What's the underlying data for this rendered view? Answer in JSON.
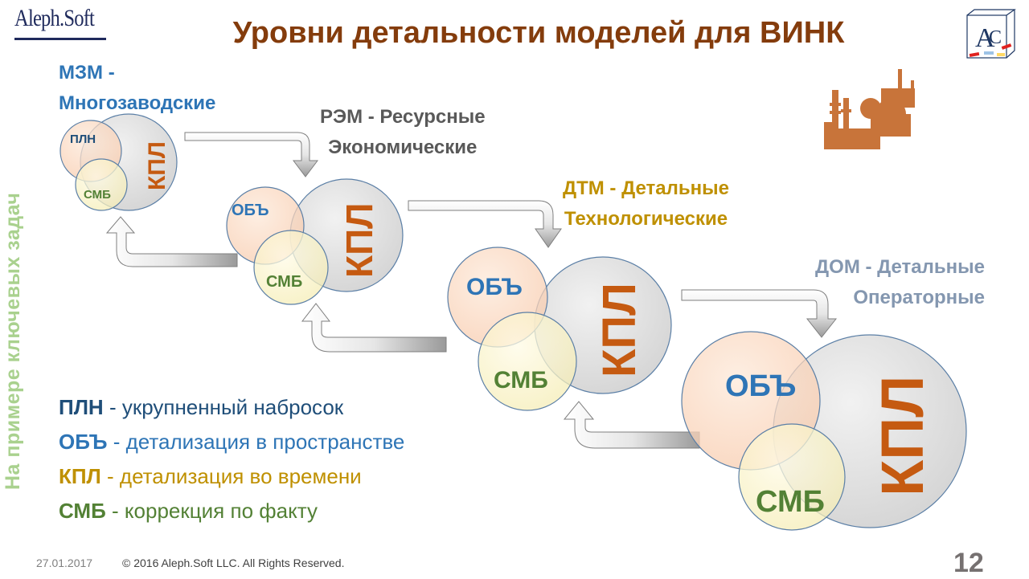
{
  "header": {
    "logo": "Aleph.Soft",
    "title": "Уровни детальности моделей для ВИНК",
    "corner_logo": "AC"
  },
  "side_caption": "На примере ключевых задач",
  "levels": [
    {
      "code": "МЗМ",
      "line1": "МЗМ -",
      "line2": "Многозаводские",
      "color": "#2e75b6"
    },
    {
      "code": "РЭМ",
      "line1": "РЭМ - Ресурсные",
      "line2": "Экономические",
      "color": "#595959"
    },
    {
      "code": "ДТМ",
      "line1": "ДТМ - Детальные",
      "line2": "Технологические",
      "color": "#bf9000"
    },
    {
      "code": "ДОМ",
      "line1": "ДОМ - Детальные",
      "line2": "Операторные",
      "color": "#8497b0"
    }
  ],
  "venn_groups": [
    {
      "level": "МЗМ",
      "circles": {
        "first": "ПЛН",
        "time": "КПЛ",
        "fact": "СМБ"
      }
    },
    {
      "level": "РЭМ",
      "circles": {
        "first": "ОБЪ",
        "time": "КПЛ",
        "fact": "СМБ"
      }
    },
    {
      "level": "ДТМ",
      "circles": {
        "first": "ОБЪ",
        "time": "КПЛ",
        "fact": "СМБ"
      }
    },
    {
      "level": "ДОМ",
      "circles": {
        "first": "ОБЪ",
        "time": "КПЛ",
        "fact": "СМБ"
      }
    }
  ],
  "legend": [
    {
      "key": "ПЛН",
      "desc": " - укрупненный набросок",
      "color": "#1f4e79"
    },
    {
      "key": "ОБЪ",
      "desc": " - детализация в пространстве",
      "color": "#2e75b6"
    },
    {
      "key": "КПЛ",
      "desc": " - детализация во времени",
      "color": "#bf9000"
    },
    {
      "key": "СМБ",
      "desc": " - коррекция по факту",
      "color": "#538135"
    }
  ],
  "colors": {
    "title": "#843c0c",
    "kpl_text": "#c55a11",
    "obj_text": "#2e75b6",
    "pln_text": "#1f4e79",
    "smb_text": "#538135",
    "industry_icon": "#c8743a"
  },
  "icons": [
    "industrial-plant-icon",
    "company-cube-logo-icon"
  ],
  "footer": {
    "date": "27.01.2017",
    "copyright": "© 2016 Aleph.Soft LLC. All Rights Reserved.",
    "page": "12"
  }
}
